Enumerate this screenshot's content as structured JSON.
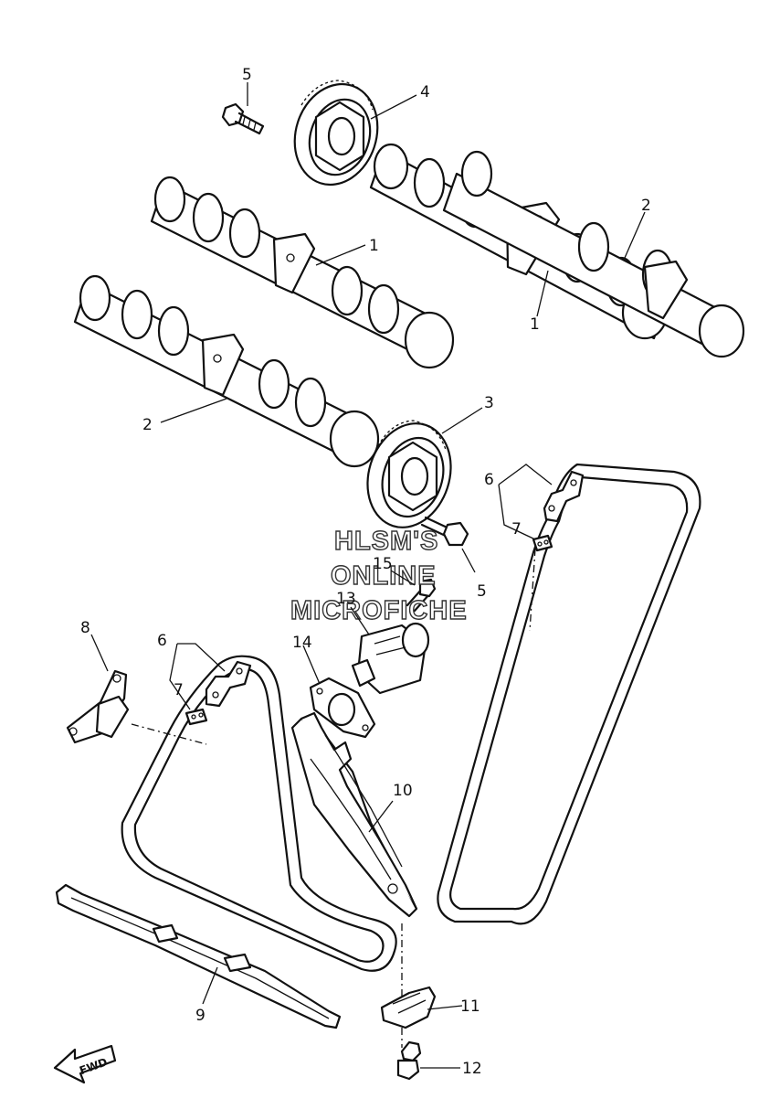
{
  "watermark": {
    "line1": "HLSM'S",
    "line2": "ONLINE",
    "line3": "MICROFICHE"
  },
  "direction_label": "FWD",
  "callouts": [
    {
      "id": "c5a",
      "label": "5"
    },
    {
      "id": "c4",
      "label": "4"
    },
    {
      "id": "c2a",
      "label": "2"
    },
    {
      "id": "c1a",
      "label": "1"
    },
    {
      "id": "c1b",
      "label": "1"
    },
    {
      "id": "c2b",
      "label": "2"
    },
    {
      "id": "c3",
      "label": "3"
    },
    {
      "id": "c6a",
      "label": "6"
    },
    {
      "id": "c7a",
      "label": "7"
    },
    {
      "id": "c5b",
      "label": "5"
    },
    {
      "id": "c15",
      "label": "15"
    },
    {
      "id": "c13",
      "label": "13"
    },
    {
      "id": "c14",
      "label": "14"
    },
    {
      "id": "c8",
      "label": "8"
    },
    {
      "id": "c6b",
      "label": "6"
    },
    {
      "id": "c7b",
      "label": "7"
    },
    {
      "id": "c10",
      "label": "10"
    },
    {
      "id": "c11",
      "label": "11"
    },
    {
      "id": "c9",
      "label": "9"
    },
    {
      "id": "c12",
      "label": "12"
    }
  ]
}
